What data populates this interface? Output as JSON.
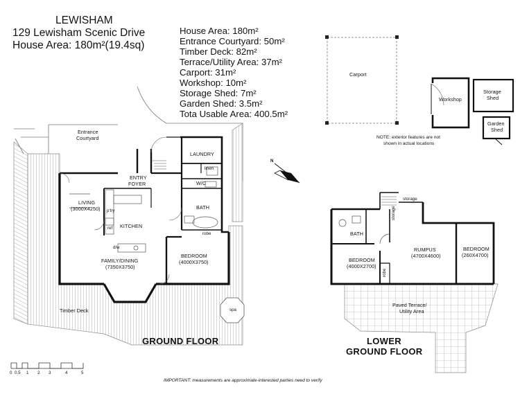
{
  "header": {
    "suburb": "LEWISHAM",
    "address": "129 Lewisham Scenic Drive",
    "house_area": "House Area: 180m²(19.4sq)"
  },
  "areas": [
    "House Area: 180m²",
    "Entrance Courtyard: 50m²",
    "Timber Deck: 82m²",
    "Terrace/Utility Area: 37m²",
    "Carport: 31m²",
    "Workshop: 10m²",
    "Storage Shed: 7m²",
    "Garden Shed: 3.5m²",
    "Tota Usable Area: 400.5m²"
  ],
  "outbuildings": {
    "carport": "Carport",
    "workshop": "Workshop",
    "storage_shed": [
      "Storage",
      "Shed"
    ],
    "garden_shed": [
      "Garden",
      "Shed"
    ],
    "note": [
      "NOTE: exterior features are not",
      "shown in actual locations"
    ]
  },
  "ground_floor": {
    "title": "GROUND FLOOR",
    "entrance_courtyard": [
      "Entrance",
      "Courtyard"
    ],
    "laundry": "LAUNDRY",
    "linen": "linen",
    "wc": "W/C",
    "bath": "BATH",
    "robe": "robe",
    "entry_foyer": [
      "ENTRY",
      "FOYER"
    ],
    "living": [
      "LIVING",
      "(3000X4250)"
    ],
    "pantry": "p'try",
    "ref": "ref",
    "kitchen": "KITCHEN",
    "dw": "d/w",
    "family_dining": [
      "FAMILY/DINING",
      "(7350X3750)"
    ],
    "bedroom": [
      "BEDROOM",
      "(4000X3750)"
    ],
    "timber_deck": "Timber Deck",
    "spa": "spa"
  },
  "lower_floor": {
    "title": [
      "LOWER",
      "GROUND FLOOR"
    ],
    "storage": "storage",
    "storage_vertical": "storage",
    "bath": "BATH",
    "bedroom1": [
      "BEDROOM",
      "(4000X2700)"
    ],
    "robe": "robe",
    "rumpus": [
      "RUMPUS",
      "(4700X4600)"
    ],
    "bedroom2": [
      "BEDROOM",
      "(260X4700)"
    ],
    "terrace": [
      "Paved Terrace/",
      "Utility Area"
    ]
  },
  "scale_bar": {
    "ticks": [
      "0",
      "0.5",
      "1",
      "2",
      "3",
      "4",
      "5"
    ]
  },
  "compass": {
    "symbol": "N"
  },
  "footer": "IMPORTANT: measurements are approximate-interested parties need to verify",
  "colors": {
    "wall": "#111111",
    "line": "#444444",
    "deck": "#9a9a9a",
    "text": "#111111"
  }
}
